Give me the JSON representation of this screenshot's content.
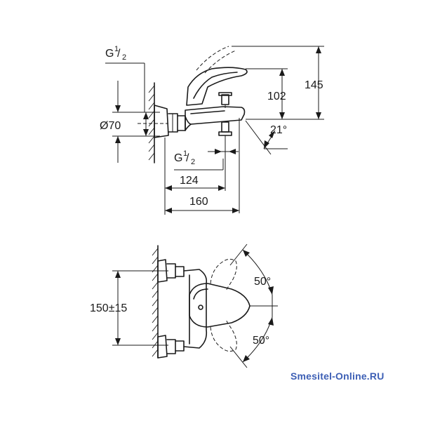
{
  "side_view": {
    "thread_top": {
      "main": "G",
      "sup": "1",
      "sub": "2"
    },
    "diameter": "Ø70",
    "thread_bottom": {
      "main": "G",
      "sup": "1",
      "sub": "2"
    },
    "height_total": "145",
    "height_spout": "102",
    "angle": "21°",
    "depth_spout": "124",
    "depth_total": "160"
  },
  "front_view": {
    "centers": "150±15",
    "angle_up": "50°",
    "angle_down": "50°"
  },
  "watermark": "Smesitel-Online.RU"
}
